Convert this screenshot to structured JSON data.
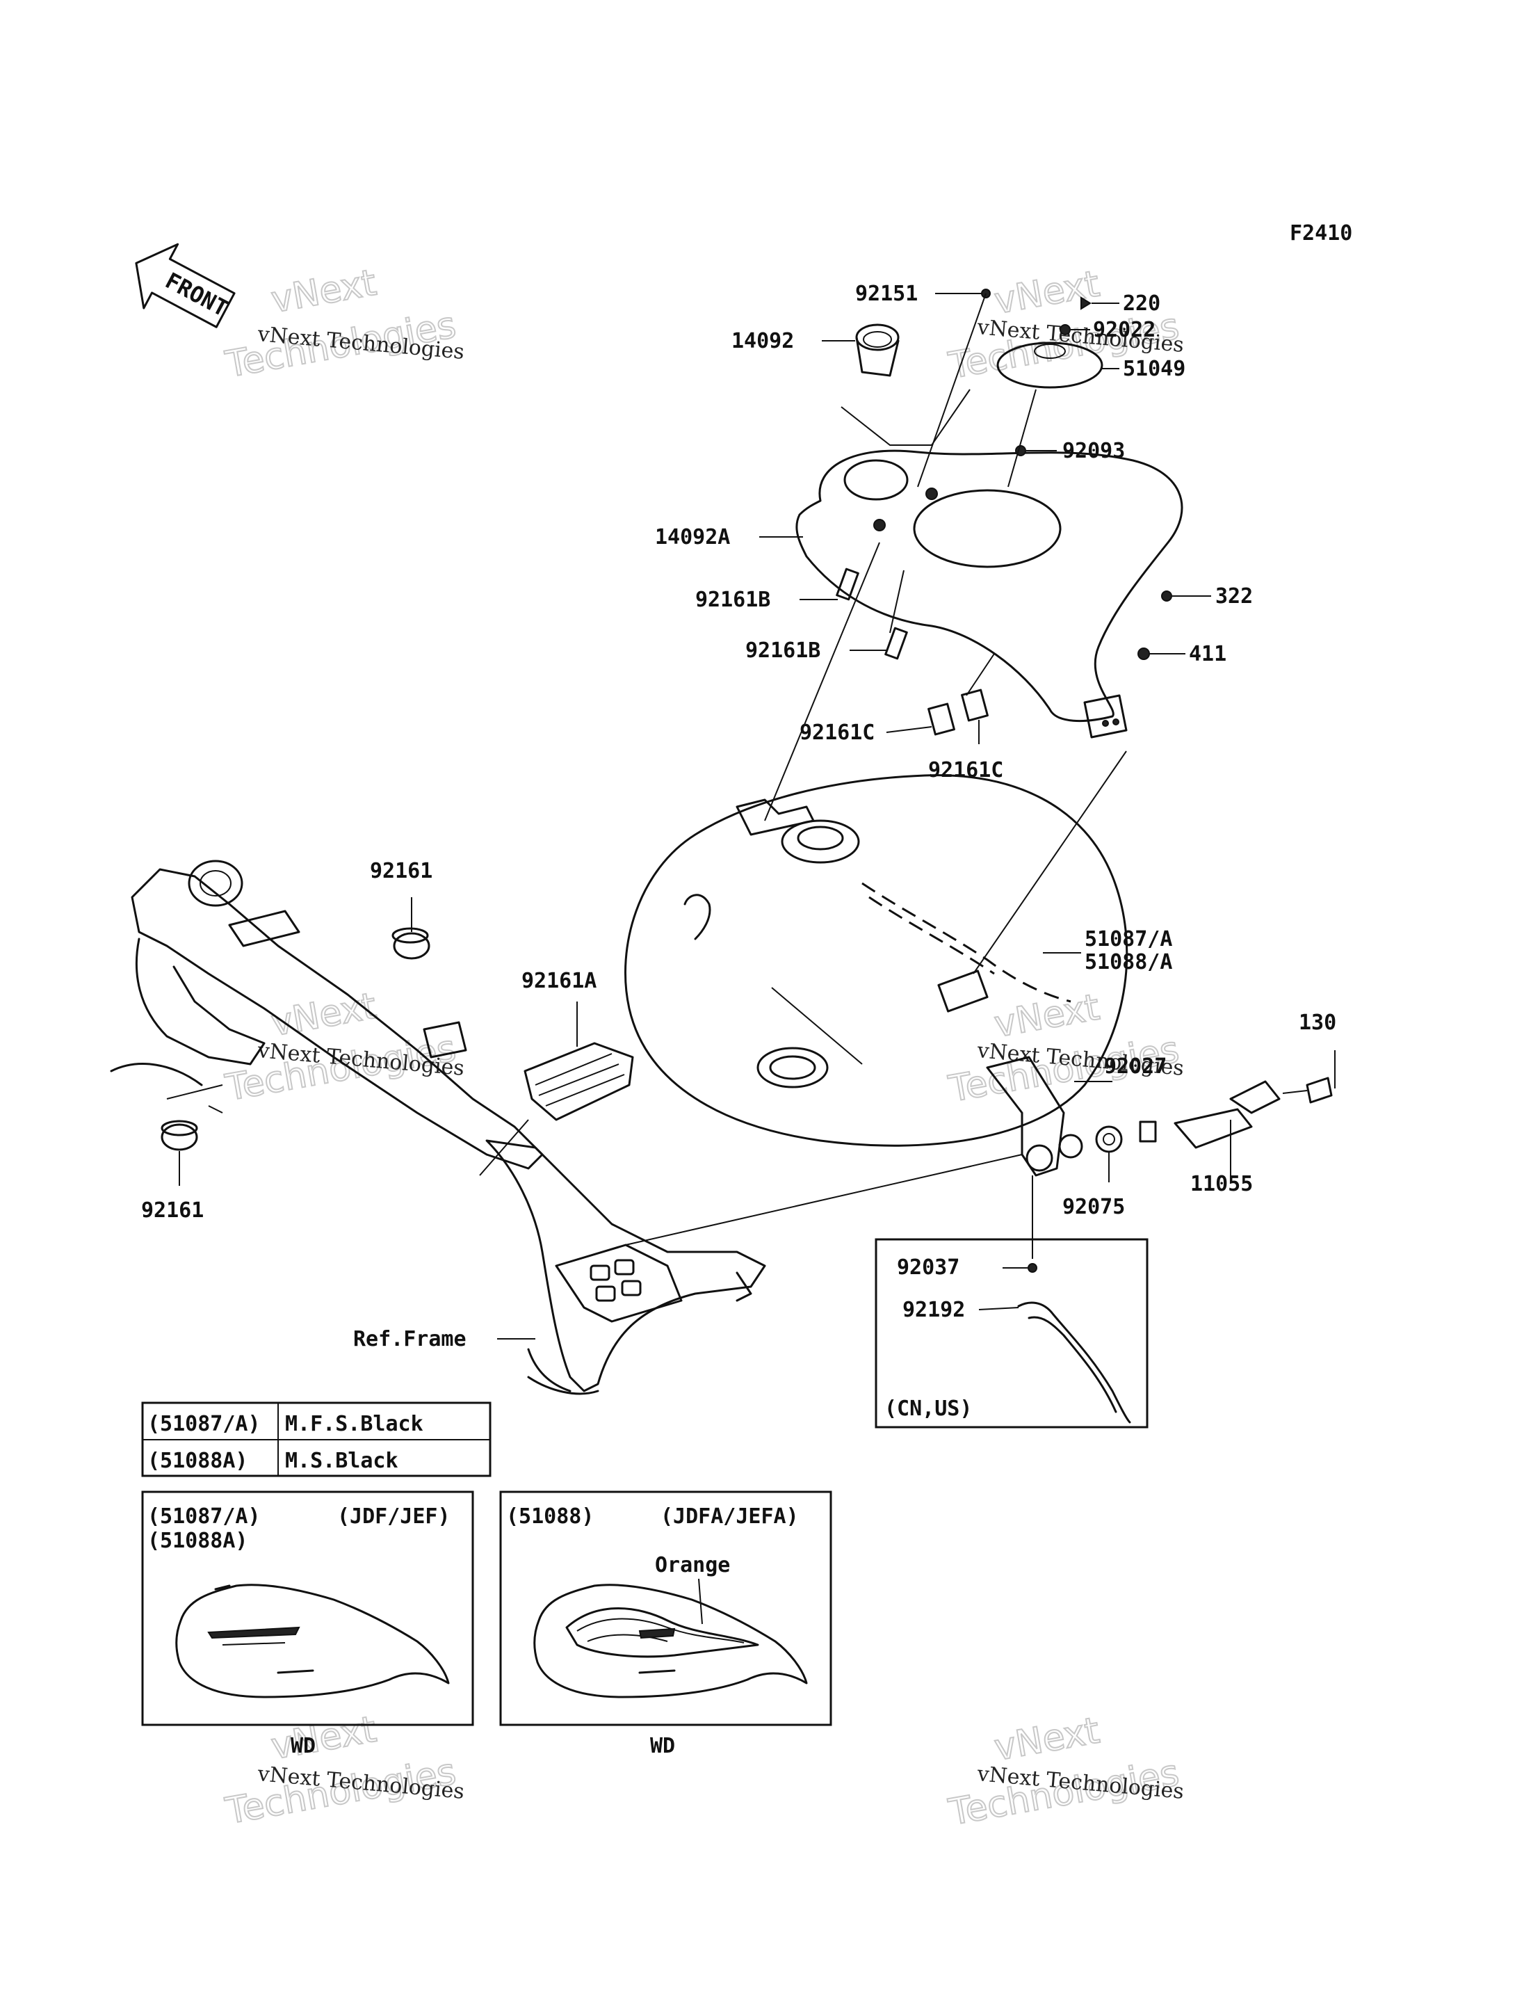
{
  "figure_code": "F2410",
  "front_marker": "FRONT",
  "watermark": {
    "line1": "vNext",
    "line2": "Technologies",
    "caption": "vNext Technologies"
  },
  "labels": {
    "p92151": "92151",
    "p220": "220",
    "p14092": "14092",
    "p92022": "92022",
    "p51049": "51049",
    "p92093": "92093",
    "p14092A": "14092A",
    "p92161B_1": "92161B",
    "p92161B_2": "92161B",
    "p322": "322",
    "p411": "411",
    "p92161C_1": "92161C",
    "p92161C_2": "92161C",
    "p92161_top": "92161",
    "p92161A": "92161A",
    "p51087": "51087/A",
    "p51088": "51088/A",
    "p130": "130",
    "p92027": "92027",
    "p92161_bottom": "92161",
    "p92075": "92075",
    "p11055": "11055",
    "p92037": "92037",
    "p92192": "92192",
    "ref_frame": "Ref.Frame",
    "cn_us": "(CN,US)"
  },
  "color_table": [
    {
      "code": "(51087/A)",
      "color": "M.F.S.Black"
    },
    {
      "code": "(51088A)",
      "color": "M.S.Black"
    }
  ],
  "variant_left": {
    "code_line1": "(51087/A)",
    "code_line2": "(51088A)",
    "models": "(JDF/JEF)",
    "caption": "WD"
  },
  "variant_right": {
    "code": "(51088)",
    "models": "(JDFA/JEFA)",
    "note": "Orange",
    "caption": "WD"
  }
}
